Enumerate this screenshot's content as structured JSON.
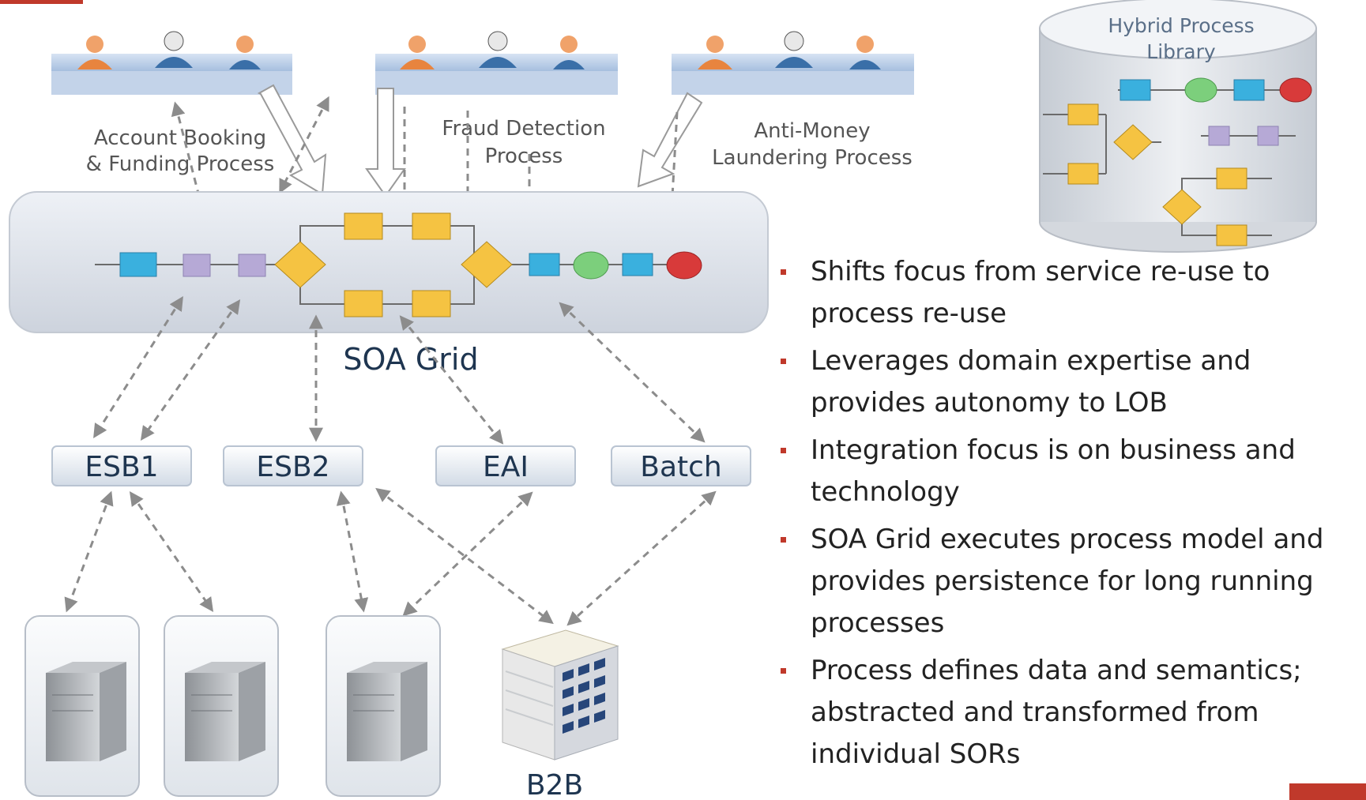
{
  "processes": [
    {
      "label_line1": "Account Booking",
      "label_line2": "& Funding Process"
    },
    {
      "label_line1": "Fraud Detection",
      "label_line2": "Process"
    },
    {
      "label_line1": "Anti-Money",
      "label_line2": "Laundering Process"
    }
  ],
  "soa_grid": {
    "label": "SOA Grid"
  },
  "buses": [
    "ESB1",
    "ESB2",
    "EAI",
    "Batch"
  ],
  "b2b": {
    "label": "B2B"
  },
  "library": {
    "title_line1": "Hybrid Process",
    "title_line2": "Library"
  },
  "bullets": [
    "Shifts focus from service re-use to process re-use",
    "Leverages domain expertise and provides autonomy to LOB",
    "Integration focus is on business and technology",
    "SOA Grid executes process model and provides persistence for long running processes",
    "Process defines data and semantics; abstracted and transformed from individual SORs"
  ],
  "colors": {
    "accent": "#c0392b",
    "task": "#f5c342",
    "service": "#3ab0de",
    "state": "#b6a9d6",
    "end": "#d83a3a",
    "start": "#7ccf7c"
  },
  "icons": [
    "user-icon",
    "server-icon",
    "building-icon",
    "database-icon"
  ]
}
